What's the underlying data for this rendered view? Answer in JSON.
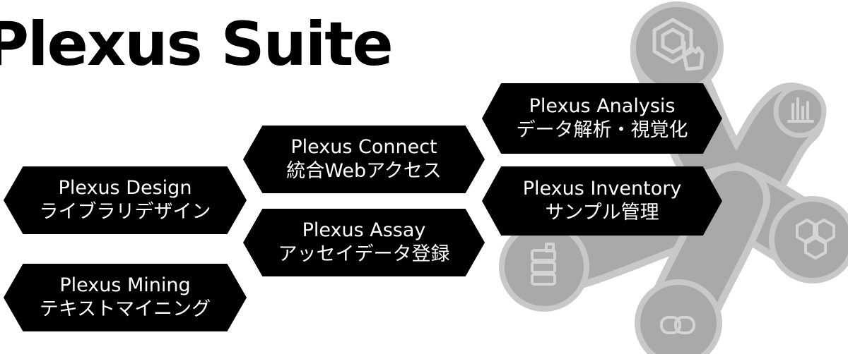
{
  "title": "Plexus Suite",
  "modules": [
    {
      "id": "analysis",
      "name": "Plexus Analysis",
      "subtitle": "データ解析・視覚化"
    },
    {
      "id": "connect",
      "name": "Plexus Connect",
      "subtitle": "統合Webアクセス"
    },
    {
      "id": "design",
      "name": "Plexus Design",
      "subtitle": "ライブラリデザイン"
    },
    {
      "id": "inventory",
      "name": "Plexus Inventory",
      "subtitle": "サンプル管理"
    },
    {
      "id": "assay",
      "name": "Plexus Assay",
      "subtitle": "アッセイデータ登録"
    },
    {
      "id": "mining",
      "name": "Plexus Mining",
      "subtitle": "テキストマイニング"
    }
  ],
  "graphic": {
    "icons": [
      "hexagon-touch-icon",
      "bar-chart-icon",
      "cube-stack-icon",
      "hexagon-cluster-icon",
      "chain-link-icon"
    ]
  },
  "colors": {
    "label_background": "#000000",
    "label_text": "#ffffff",
    "title_text": "#000000",
    "graphic_fill": "#a9a9a9",
    "graphic_edge": "#c8c8c8",
    "icon_line": "#d4d4d4"
  }
}
